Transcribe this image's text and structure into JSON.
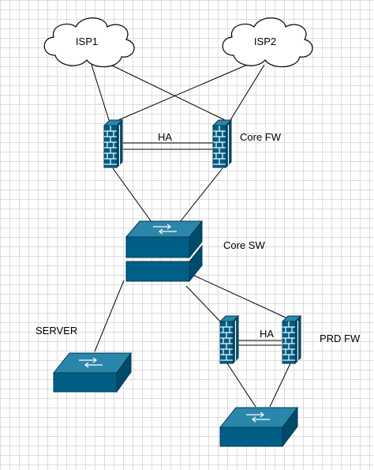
{
  "diagram": {
    "clouds": {
      "isp1": "ISP1",
      "isp2": "ISP2"
    },
    "labels": {
      "core_fw": "Core FW",
      "core_fw_ha": "HA",
      "core_sw": "Core SW",
      "server": "SERVER",
      "prd_fw": "PRD FW",
      "prd_fw_ha": "HA"
    },
    "colors": {
      "device_fill": "#005f86",
      "device_dark": "#004a6a",
      "line": "#000000",
      "grid": "#dcdcdc"
    },
    "icons": {
      "firewall": "firewall-brick-icon",
      "switch": "switch-arrows-icon",
      "cloud": "cloud-icon"
    }
  }
}
